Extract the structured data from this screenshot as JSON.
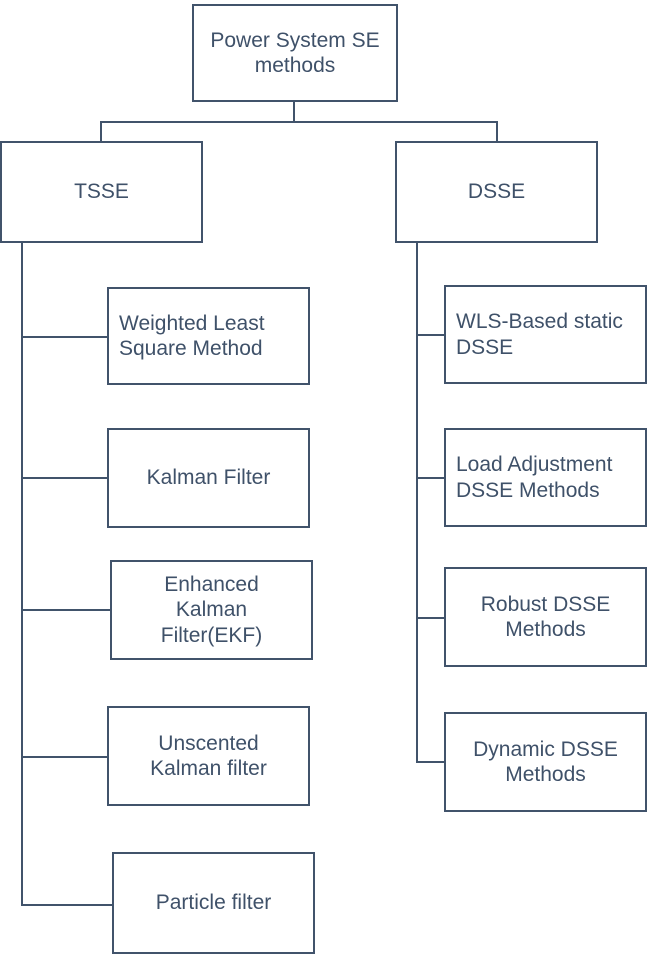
{
  "diagram": {
    "title_node": {
      "id": "root",
      "label": "Power System SE\nmethods"
    },
    "branches": [
      {
        "id": "tsse",
        "label": "TSSE",
        "children": [
          {
            "id": "wls-method",
            "label": "Weighted Least\nSquare Method"
          },
          {
            "id": "kalman-filter",
            "label": "Kalman Filter"
          },
          {
            "id": "ekf",
            "label": "Enhanced\nKalman\nFilter(EKF)"
          },
          {
            "id": "unscented-kalman",
            "label": "Unscented\nKalman filter"
          },
          {
            "id": "particle-filter",
            "label": "Particle filter"
          }
        ]
      },
      {
        "id": "dsse",
        "label": "DSSE",
        "children": [
          {
            "id": "wls-static-dsse",
            "label": "WLS-Based static\nDSSE"
          },
          {
            "id": "load-adjustment-dsse",
            "label": "Load Adjustment\nDSSE Methods"
          },
          {
            "id": "robust-dsse",
            "label": "Robust DSSE\nMethods"
          },
          {
            "id": "dynamic-dsse",
            "label": "Dynamic DSSE\nMethods"
          }
        ]
      }
    ],
    "colors": {
      "border": "#41536b",
      "text": "#3f5169",
      "background": "#ffffff",
      "connector": "#41536b"
    }
  }
}
